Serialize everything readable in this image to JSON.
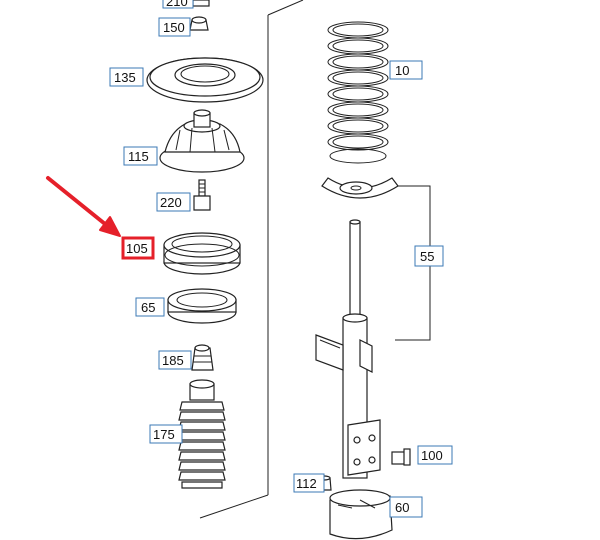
{
  "accent_color": "#3b78b5",
  "highlight_color": "#e5202a",
  "labels": {
    "p_top": "210",
    "p150": "150",
    "p135": "135",
    "p115": "115",
    "p220": "220",
    "p105": "105",
    "p65": "65",
    "p185": "185",
    "p175": "175",
    "p10": "10",
    "p55": "55",
    "p100": "100",
    "p112": "112",
    "p60": "60"
  },
  "highlighted_part": "105"
}
